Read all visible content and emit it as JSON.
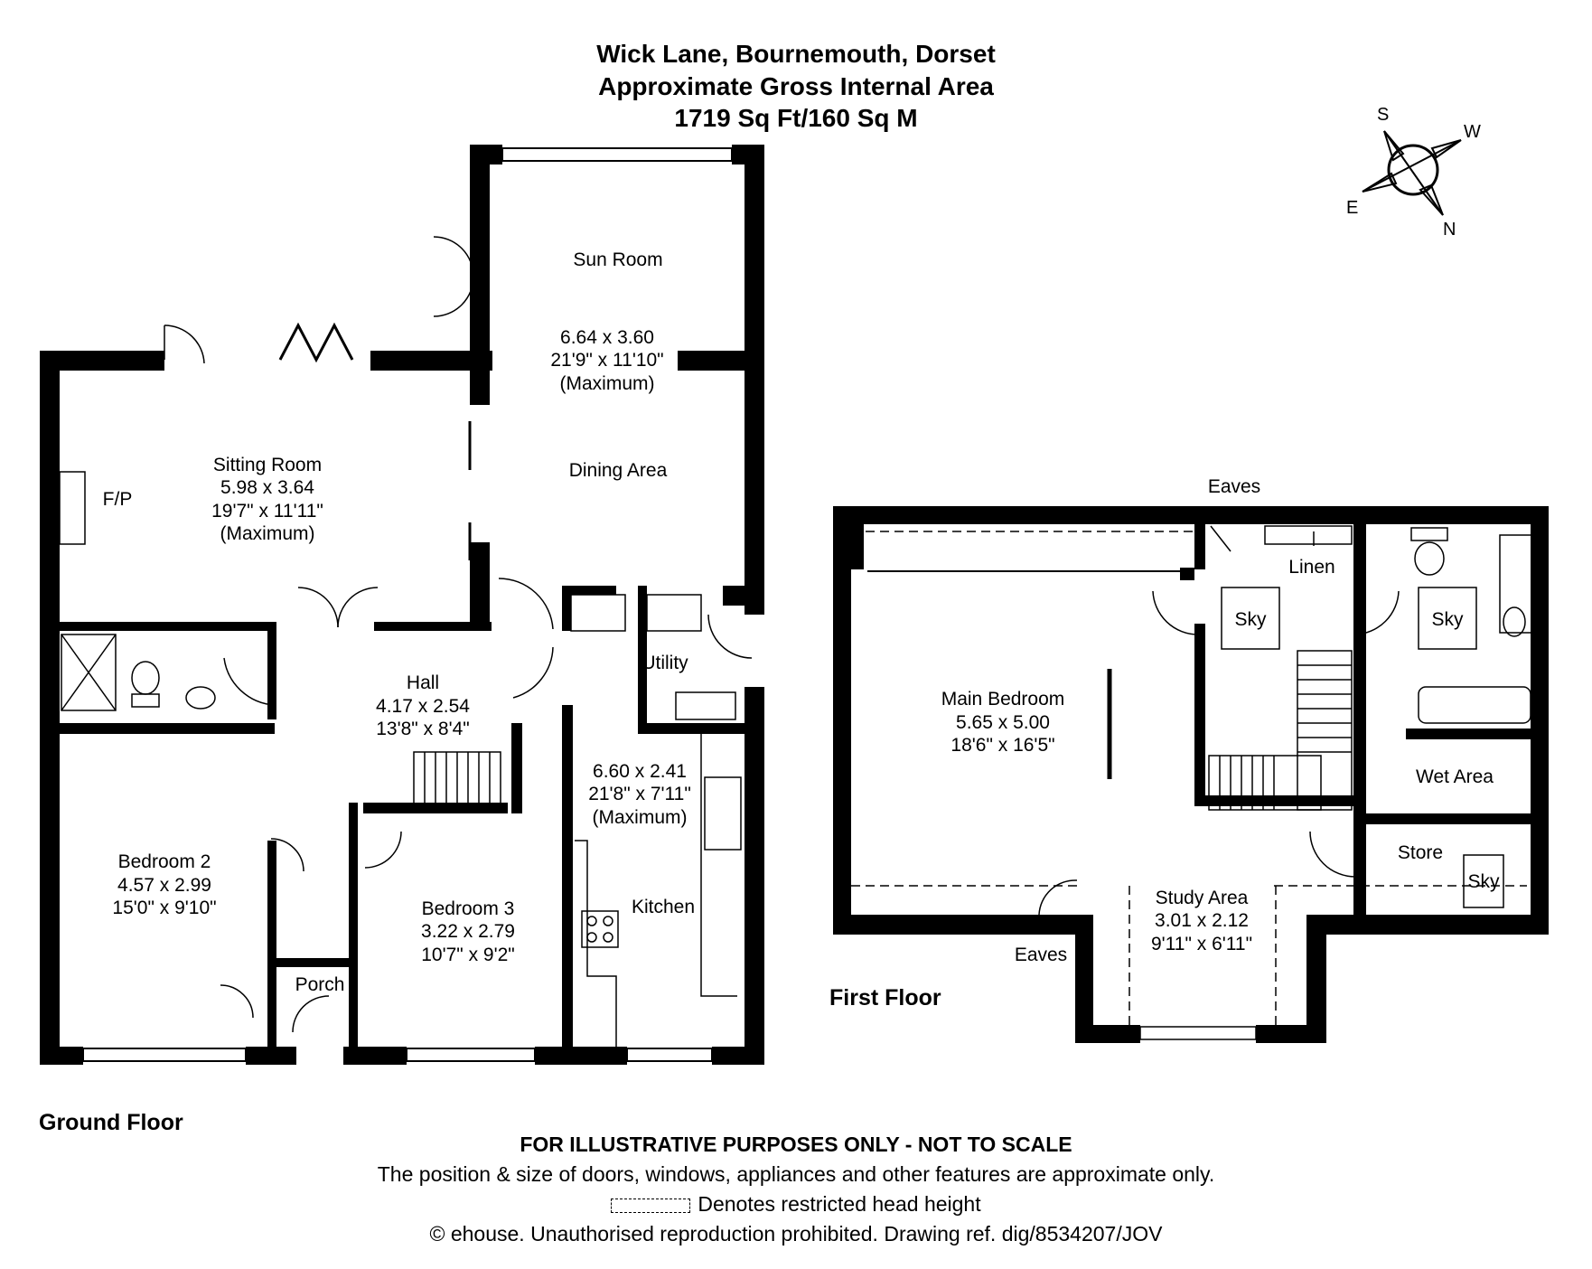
{
  "header": {
    "address": "Wick Lane, Bournemouth, Dorset",
    "area_label": "Approximate Gross Internal Area",
    "area_value": "1719 Sq Ft/160 Sq M"
  },
  "compass": {
    "s": "S",
    "w": "W",
    "e": "E",
    "n": "N"
  },
  "ground_floor": {
    "label": "Ground Floor",
    "rooms": {
      "sun_room": {
        "name": "Sun Room",
        "metric": "6.64 x 3.60",
        "imperial": "21'9\" x 11'10\"",
        "note": "(Maximum)"
      },
      "dining_area": {
        "name": "Dining Area"
      },
      "sitting_room": {
        "name": "Sitting Room",
        "metric": "5.98 x 3.64",
        "imperial": "19'7\" x 11'11\"",
        "note": "(Maximum)"
      },
      "fireplace": {
        "name": "F/P"
      },
      "hall": {
        "name": "Hall",
        "metric": "4.17 x 2.54",
        "imperial": "13'8\" x 8'4\""
      },
      "utility": {
        "name": "Utility"
      },
      "kitchen": {
        "name": "Kitchen",
        "metric": "6.60 x 2.41",
        "imperial": "21'8\" x 7'11\"",
        "note": "(Maximum)"
      },
      "bedroom2": {
        "name": "Bedroom 2",
        "metric": "4.57 x 2.99",
        "imperial": "15'0\" x 9'10\""
      },
      "bedroom3": {
        "name": "Bedroom 3",
        "metric": "3.22 x 2.79",
        "imperial": "10'7\" x 9'2\""
      },
      "porch": {
        "name": "Porch"
      }
    }
  },
  "first_floor": {
    "label": "First Floor",
    "eaves_top": "Eaves",
    "eaves_bottom": "Eaves",
    "rooms": {
      "main_bedroom": {
        "name": "Main Bedroom",
        "metric": "5.65 x 5.00",
        "imperial": "18'6\" x 16'5\""
      },
      "linen": {
        "name": "Linen"
      },
      "sky1": {
        "name": "Sky"
      },
      "sky2": {
        "name": "Sky"
      },
      "sky3": {
        "name": "Sky"
      },
      "wet_area": {
        "name": "Wet Area"
      },
      "store": {
        "name": "Store"
      },
      "study_area": {
        "name": "Study Area",
        "metric": "3.01 x 2.12",
        "imperial": "9'11\" x 6'11\""
      }
    }
  },
  "footer": {
    "disclaimer": "FOR ILLUSTRATIVE PURPOSES ONLY - NOT TO SCALE",
    "position_note": "The position & size of doors, windows, appliances and other features are approximate only.",
    "legend_text": "Denotes restricted head height",
    "copyright": "© ehouse. Unauthorised reproduction prohibited. Drawing ref. dig/8534207/JOV"
  }
}
